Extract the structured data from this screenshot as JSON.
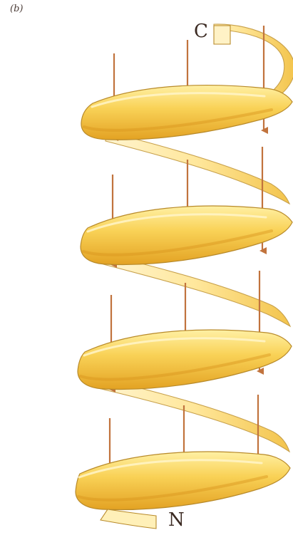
{
  "figure": {
    "panel_label": "(b)",
    "c_terminus_label": "C",
    "n_terminus_label": "N"
  },
  "colors": {
    "ribbon_face": "#f8cf52",
    "ribbon_back": "#fff1c7",
    "ribbon_shadow": "#e6a623",
    "ribbon_outline": "#b88a2a",
    "arrow": "#c1733d"
  },
  "icons": {
    "arrow_icon": "downward-dipole-arrow"
  }
}
